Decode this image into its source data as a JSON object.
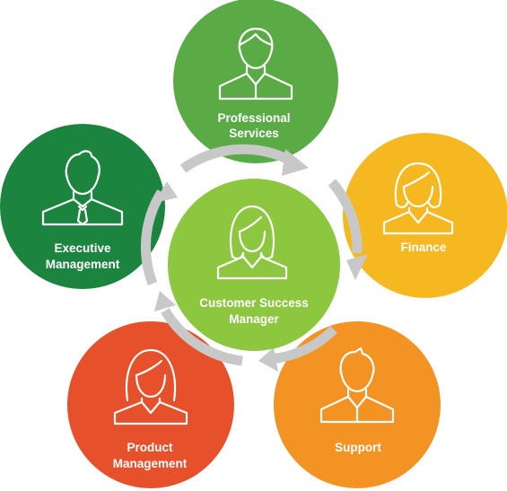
{
  "diagram": {
    "colors": {
      "arrow": "#c8c8c8",
      "executive": "#1b843e",
      "professional": "#5aab46",
      "finance": "#f6b820",
      "support": "#f39323",
      "product": "#e6502a",
      "center": "#8dc63f",
      "text": "#ffffff",
      "icon": "#ffffff"
    },
    "center": {
      "line1": "Customer Success",
      "line2": "Manager",
      "icon": "female-person-icon"
    },
    "nodes": [
      {
        "id": "professional",
        "line1": "Professional",
        "line2": "Services",
        "icon": "male-person-icon"
      },
      {
        "id": "finance",
        "line1": "Finance",
        "line2": "",
        "icon": "female-person-icon"
      },
      {
        "id": "support",
        "line1": "Support",
        "line2": "",
        "icon": "male-person-icon"
      },
      {
        "id": "product",
        "line1": "Product",
        "line2": "Management",
        "icon": "female-person-icon"
      },
      {
        "id": "executive",
        "line1": "Executive",
        "line2": "Management",
        "icon": "male-person-icon"
      }
    ]
  }
}
